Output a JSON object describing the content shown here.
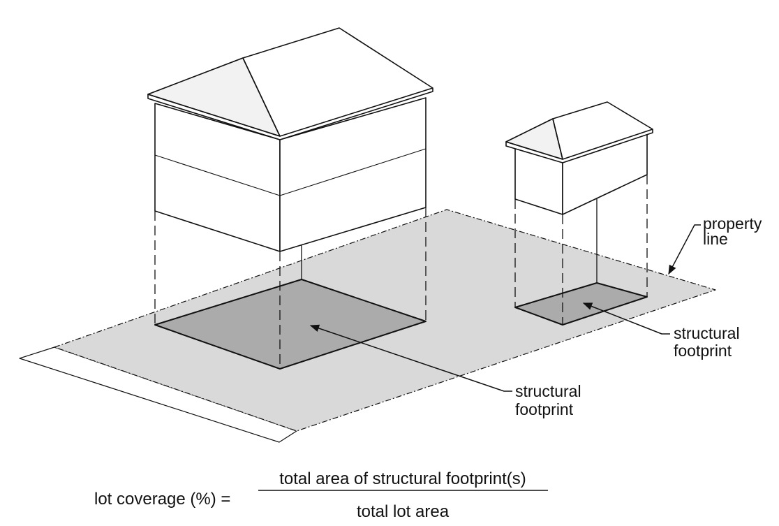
{
  "labels": {
    "property_line": [
      "property",
      "line"
    ],
    "footprint_small": [
      "structural",
      "footprint"
    ],
    "footprint_large": [
      "structural",
      "footprint"
    ]
  },
  "formula": {
    "lhs": "lot coverage (%) =",
    "numerator": "total area of structural footprint(s)",
    "denominator": "total lot area"
  },
  "colors": {
    "lot": "#d9d9d9",
    "footprint": "#ababab",
    "roof_shade": "#f2f2f2",
    "line": "#111111"
  }
}
